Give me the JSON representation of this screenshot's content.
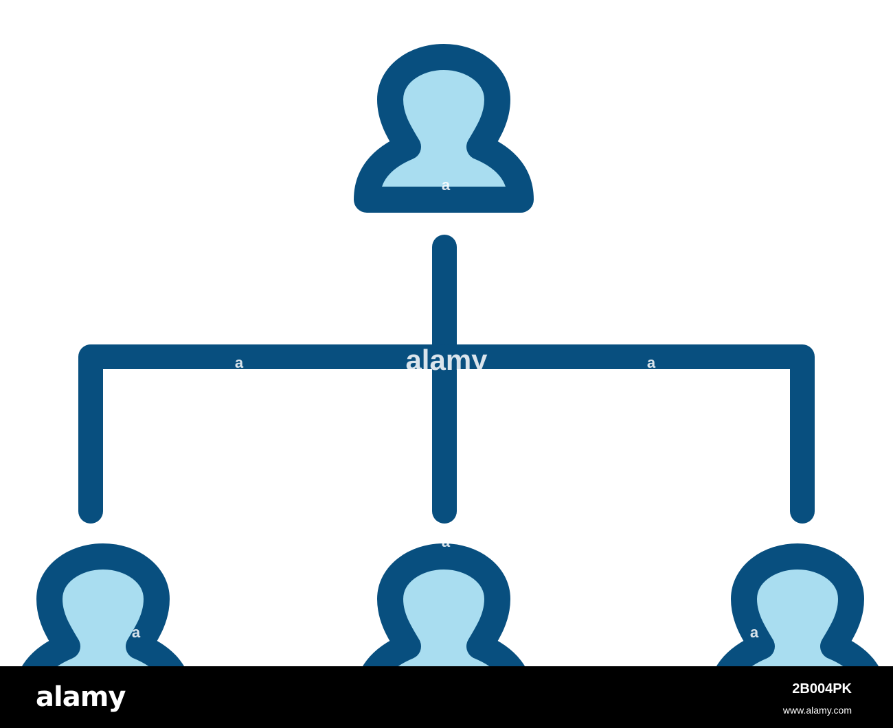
{
  "colors": {
    "stroke": "#084f7f",
    "fill": "#a9ddf0",
    "background": "#ffffff",
    "banner_bg": "#000000",
    "banner_text": "#ffffff",
    "watermark": "#ffffff"
  },
  "watermark": {
    "center_text": "alamy",
    "small_mark": "a"
  },
  "banner": {
    "logo": "alamy",
    "image_id": "2B004PK",
    "sub": "www.alamy.com"
  }
}
